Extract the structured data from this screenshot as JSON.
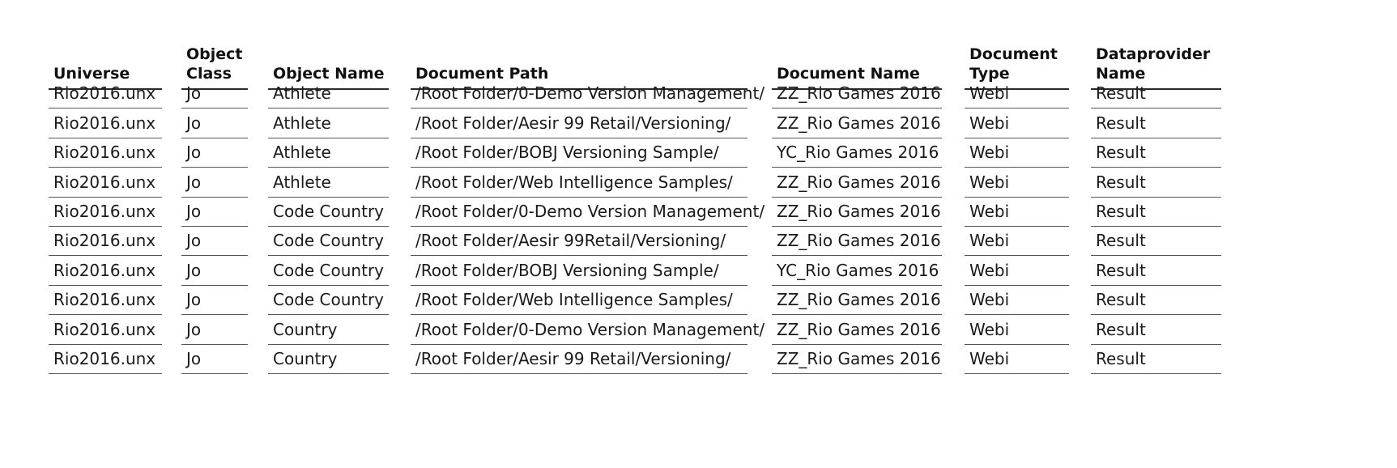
{
  "table": {
    "headers": [
      "Universe",
      "Object\nClass",
      "Object Name",
      "Document Path",
      "Document Name",
      "Document\nType",
      "Dataprovider\nName"
    ],
    "rows": [
      [
        "Rio2016.unx",
        "Jo",
        "Athlete",
        "/Root Folder/0-Demo Version Management/",
        "ZZ_Rio Games 2016",
        "Webi",
        "Result"
      ],
      [
        "Rio2016.unx",
        "Jo",
        "Athlete",
        "/Root Folder/Aesir 99 Retail/Versioning/",
        "ZZ_Rio Games 2016",
        "Webi",
        "Result"
      ],
      [
        "Rio2016.unx",
        "Jo",
        "Athlete",
        "/Root Folder/BOBJ Versioning Sample/",
        "YC_Rio Games 2016",
        "Webi",
        "Result"
      ],
      [
        "Rio2016.unx",
        "Jo",
        "Athlete",
        "/Root Folder/Web Intelligence Samples/",
        "ZZ_Rio Games 2016",
        "Webi",
        "Result"
      ],
      [
        "Rio2016.unx",
        "Jo",
        "Code Country",
        "/Root Folder/0-Demo Version Management/",
        "ZZ_Rio Games 2016",
        "Webi",
        "Result"
      ],
      [
        "Rio2016.unx",
        "Jo",
        "Code Country",
        "/Root Folder/Aesir 99Retail/Versioning/",
        "ZZ_Rio Games 2016",
        "Webi",
        "Result"
      ],
      [
        "Rio2016.unx",
        "Jo",
        "Code Country",
        "/Root Folder/BOBJ Versioning Sample/",
        "YC_Rio Games 2016",
        "Webi",
        "Result"
      ],
      [
        "Rio2016.unx",
        "Jo",
        "Code Country",
        "/Root Folder/Web Intelligence Samples/",
        "ZZ_Rio Games 2016",
        "Webi",
        "Result"
      ],
      [
        "Rio2016.unx",
        "Jo",
        "Country",
        "/Root Folder/0-Demo Version Management/",
        "ZZ_Rio Games 2016",
        "Webi",
        "Result"
      ],
      [
        "Rio2016.unx",
        "Jo",
        "Country",
        "/Root Folder/Aesir 99 Retail/Versioning/",
        "ZZ_Rio Games 2016",
        "Webi",
        "Result"
      ]
    ]
  }
}
